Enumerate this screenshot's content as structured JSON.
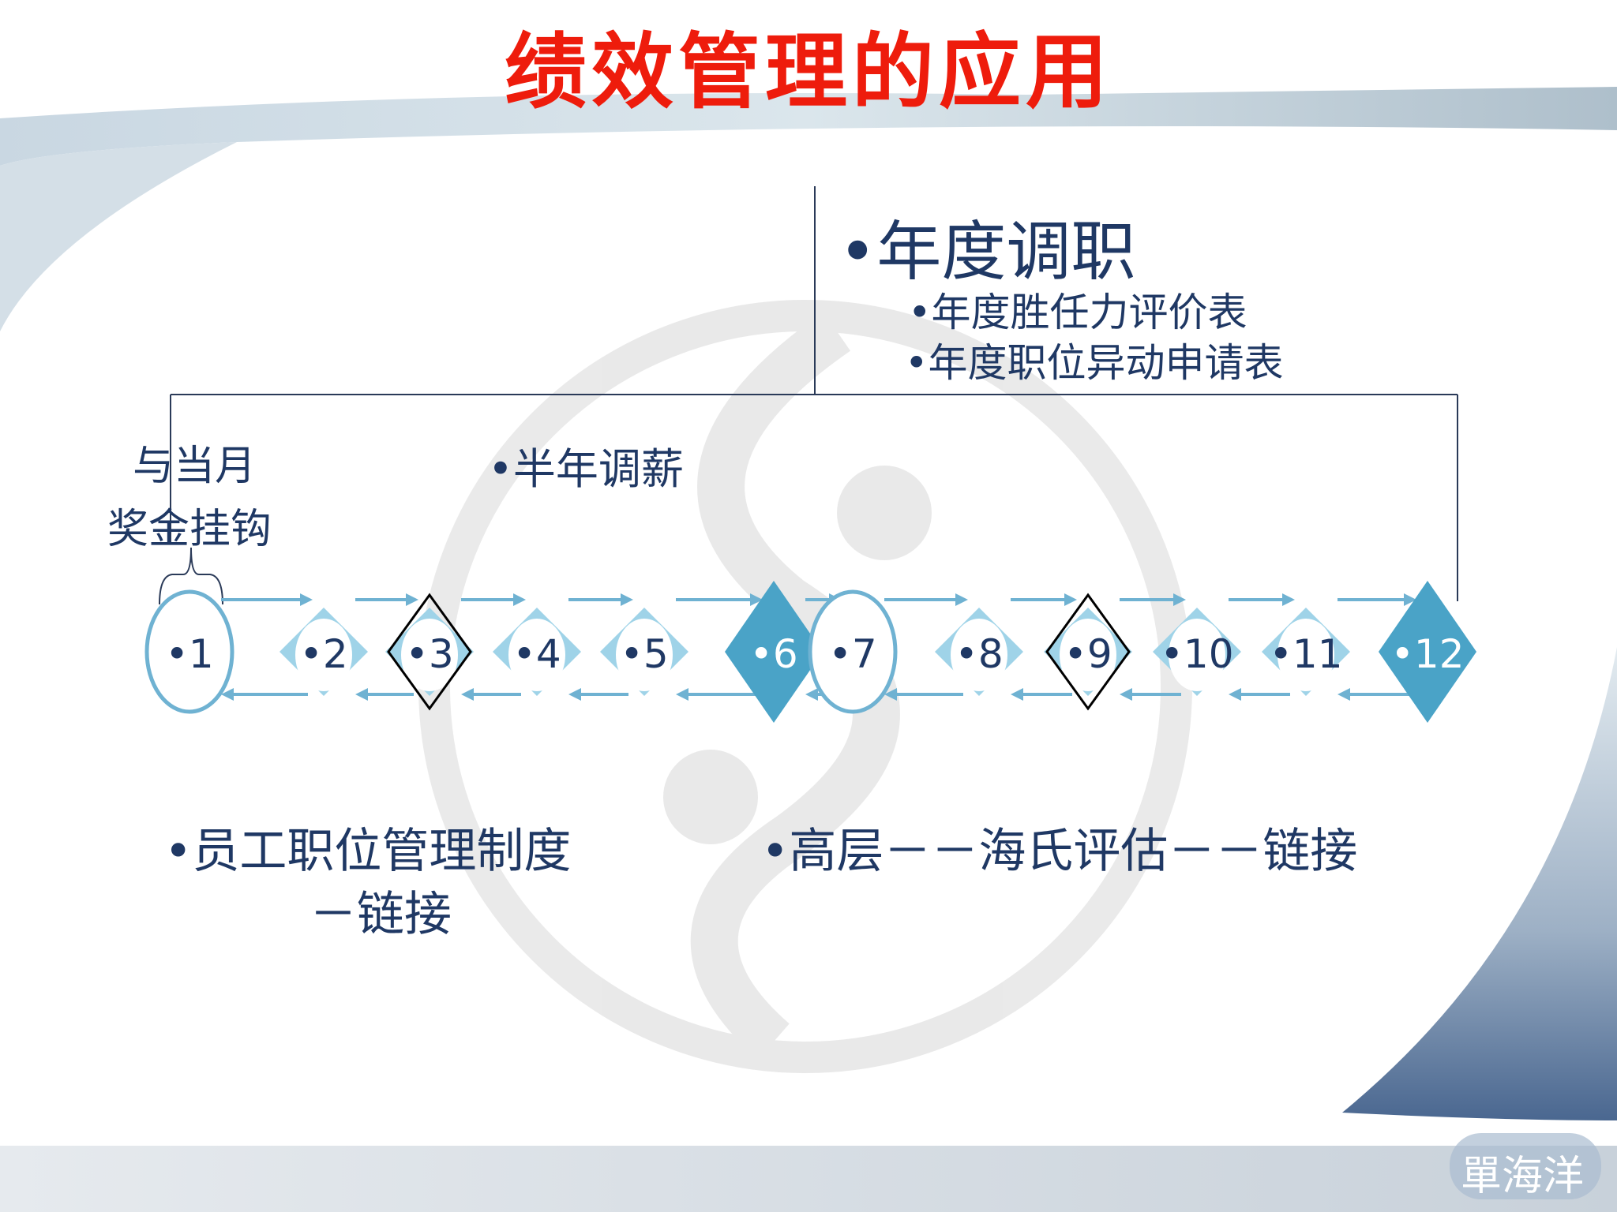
{
  "title": "绩效管理的应用",
  "annual": {
    "heading": "•年度调职",
    "items": [
      "•年度胜任力评价表",
      "•年度职位异动申请表"
    ]
  },
  "bonus_note": {
    "line1": "与当月",
    "line2": "奖金挂钩"
  },
  "half_year": "•半年调薪",
  "policy": {
    "line1": "•员工职位管理制度",
    "line2": "－链接"
  },
  "executive": "•高层－－海氏评估－－链接",
  "months": [
    {
      "label": "•1",
      "shape": "ellipse",
      "style": "light"
    },
    {
      "label": "•2",
      "shape": "diamond",
      "style": "light"
    },
    {
      "label": "•3",
      "shape": "diamond",
      "style": "outlined"
    },
    {
      "label": "•4",
      "shape": "diamond",
      "style": "light"
    },
    {
      "label": "•5",
      "shape": "diamond",
      "style": "light"
    },
    {
      "label": "•6",
      "shape": "diamond",
      "style": "dark"
    },
    {
      "label": "•7",
      "shape": "ellipse",
      "style": "light"
    },
    {
      "label": "•8",
      "shape": "diamond",
      "style": "light"
    },
    {
      "label": "•9",
      "shape": "diamond",
      "style": "outlined"
    },
    {
      "label": "•10",
      "shape": "diamond",
      "style": "light"
    },
    {
      "label": "•11",
      "shape": "diamond",
      "style": "light"
    },
    {
      "label": "•12",
      "shape": "diamond",
      "style": "dark"
    }
  ],
  "watermark": "單海洋",
  "colors": {
    "title": "#ee1c0c",
    "text": "#1f3864",
    "node_light": "#9fd3e8",
    "node_dark": "#4aa3c7",
    "arrow": "#6fb2d2",
    "line": "#2a3a58"
  }
}
